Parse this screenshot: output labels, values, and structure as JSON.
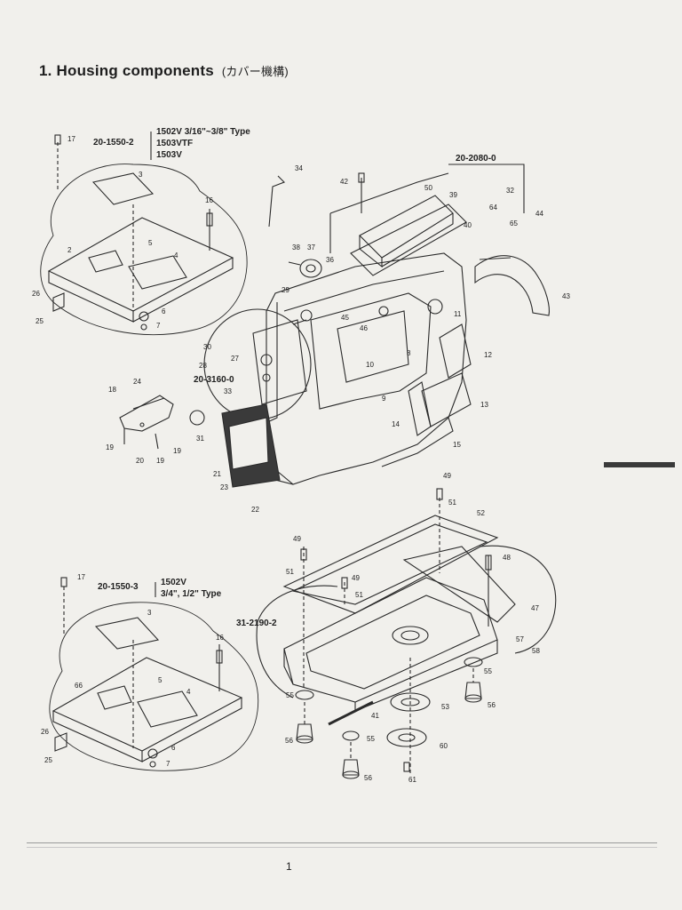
{
  "heading": {
    "number": "1.",
    "title": "Housing components",
    "japanese": "(カバー機構)"
  },
  "groups": {
    "upper_plate": {
      "code": "20-1550-2",
      "models": [
        "1502V 3/16\"~3/8\" Type",
        "1503VTF",
        "1503V"
      ]
    },
    "lower_plate": {
      "code": "20-1550-3",
      "models": [
        "1502V",
        "3/4\", 1/2\" Type"
      ]
    },
    "top_cover": {
      "code": "20-2080-0"
    },
    "face_plate": {
      "code": "20-3160-0"
    },
    "oil_pan": {
      "code": "31-2190-2"
    }
  },
  "callouts_upper_plate": [
    "17",
    "3",
    "16",
    "2",
    "5",
    "4",
    "26",
    "25",
    "6",
    "7"
  ],
  "callouts_lower_plate": [
    "17",
    "3",
    "16",
    "66",
    "5",
    "4",
    "26",
    "25",
    "6",
    "7"
  ],
  "callouts_main": [
    "34",
    "42",
    "50",
    "39",
    "32",
    "64",
    "40",
    "44",
    "65",
    "38",
    "37",
    "36",
    "43",
    "29",
    "45",
    "46",
    "11",
    "12",
    "10",
    "8",
    "30",
    "27",
    "28",
    "33",
    "9",
    "13",
    "14",
    "15",
    "18",
    "24",
    "19",
    "20",
    "19",
    "19",
    "31",
    "21",
    "23",
    "22"
  ],
  "callouts_base": [
    "49",
    "51",
    "52",
    "49",
    "51",
    "49",
    "51",
    "48",
    "47",
    "57",
    "58",
    "55",
    "55",
    "56",
    "53",
    "41",
    "55",
    "56",
    "60",
    "56",
    "61"
  ],
  "footer": {
    "page_number": "1"
  }
}
